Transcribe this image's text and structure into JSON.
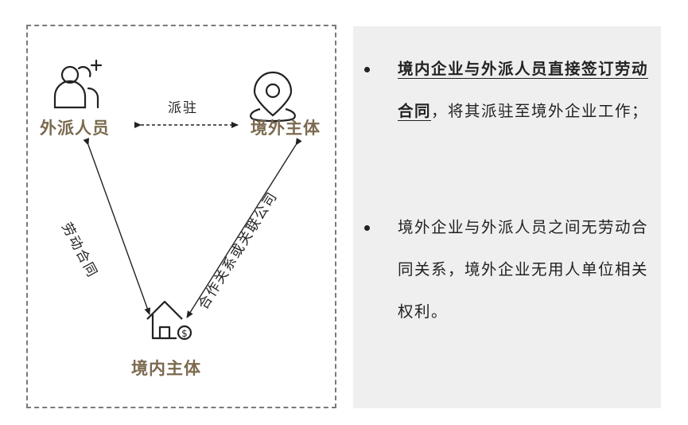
{
  "diagram": {
    "nodes": {
      "expat": {
        "label": "外派人员",
        "icon": "user-add-icon"
      },
      "overseas": {
        "label": "境外主体",
        "icon": "location-pin-icon"
      },
      "domestic": {
        "label": "境内主体",
        "icon": "house-money-icon"
      }
    },
    "edges": {
      "dispatch": "派驻",
      "labor_contract": "劳动合同",
      "cooperation": "合作关系或关联公司"
    },
    "colors": {
      "node_label": "#7b6a4f",
      "line": "#222222",
      "border": "#7a7a7a",
      "panel_bg": "#efefef"
    }
  },
  "notes": {
    "bullet1": {
      "emphasis": "境内企业与外派人员直接签订劳动合同",
      "rest": "，将其派驻至境外企业工作；"
    },
    "bullet2": {
      "text": "境外企业与外派人员之间无劳动合同关系，境外企业无用人单位相关权利。"
    }
  }
}
